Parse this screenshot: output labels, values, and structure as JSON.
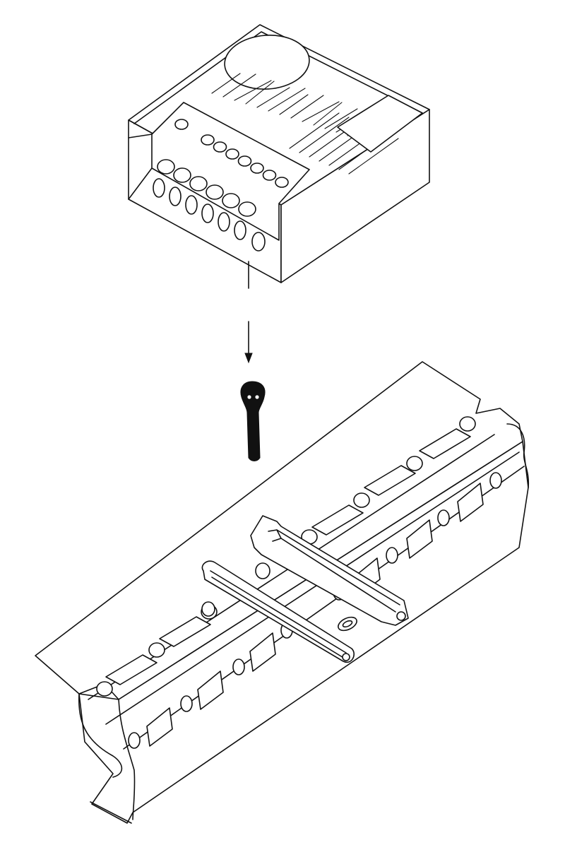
{
  "figure": {
    "kind": "assembly-diagram",
    "background": "#ffffff",
    "line_color": "#111111",
    "components": [
      {
        "id": "module",
        "icon": "terminal-box-icon"
      },
      {
        "id": "pin",
        "icon": "mounting-pin-icon"
      },
      {
        "id": "rail",
        "icon": "din-rail-icon"
      },
      {
        "id": "clip",
        "icon": "mounting-clip-icon"
      }
    ]
  }
}
